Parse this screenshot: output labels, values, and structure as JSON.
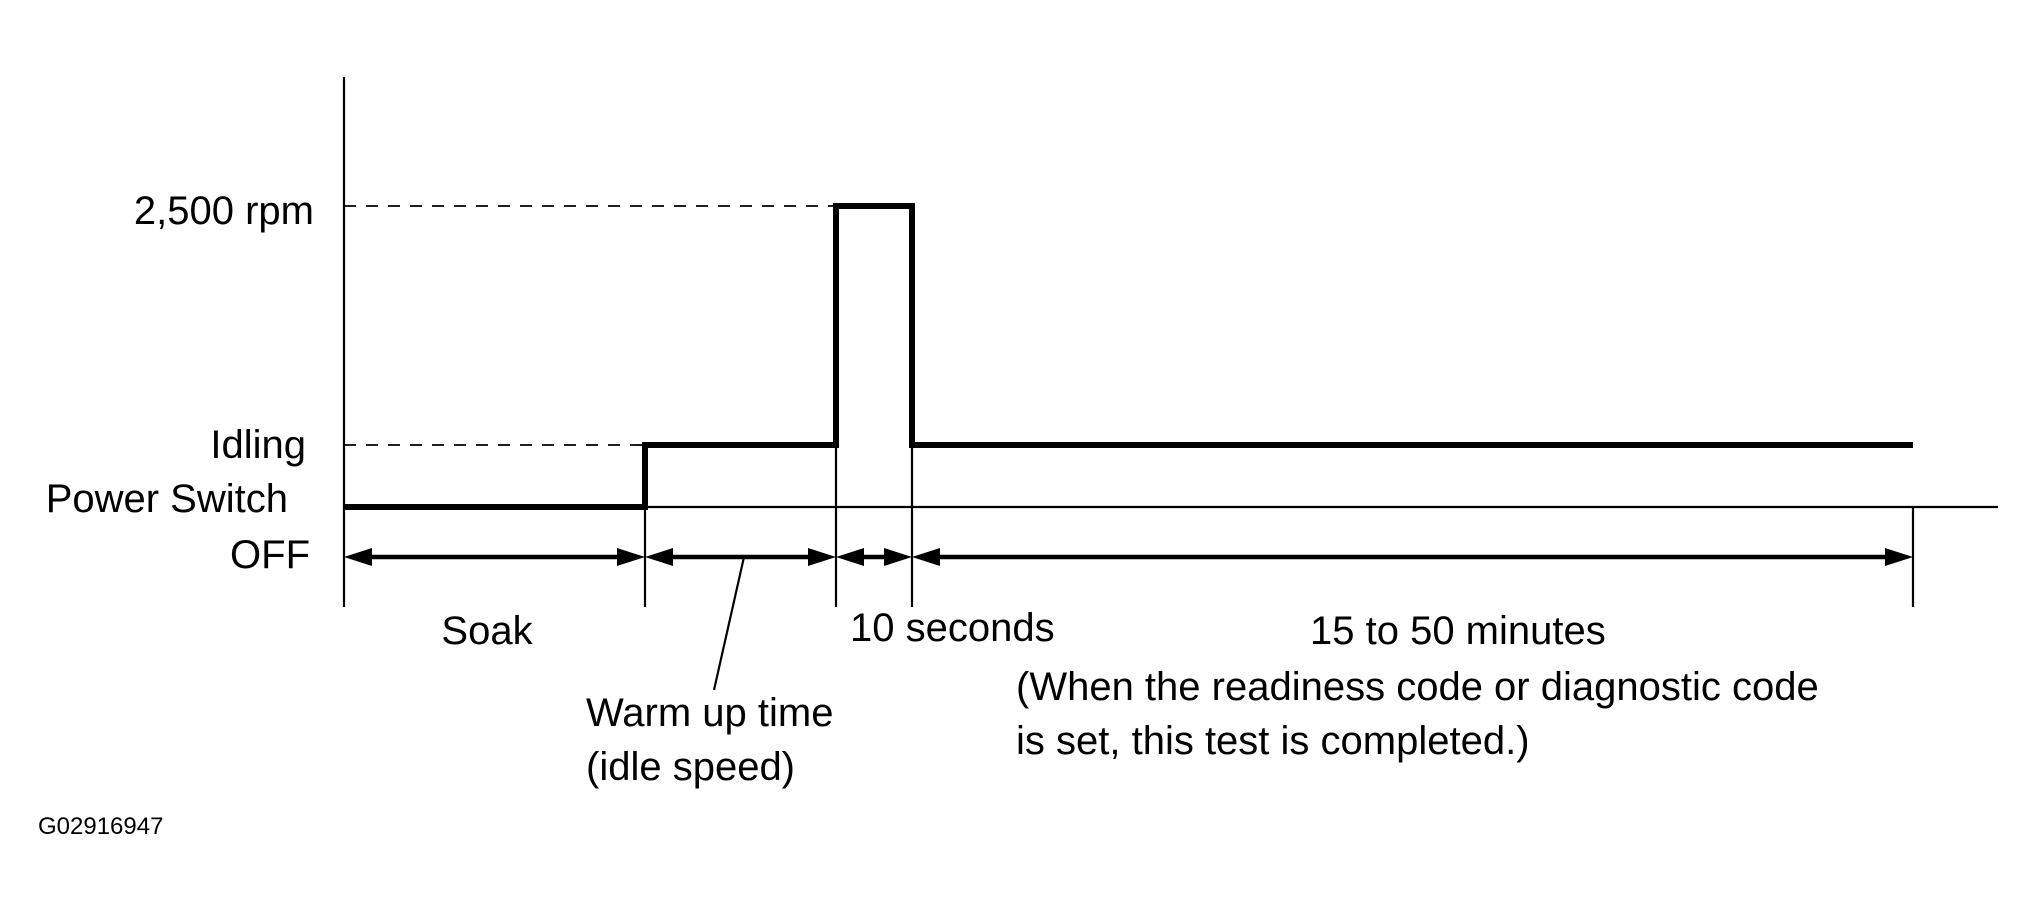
{
  "y_levels": {
    "high": "2,500 rpm",
    "idle": "Idling",
    "off_line1": "Power Switch",
    "off_line2": "OFF"
  },
  "phases": {
    "soak": "Soak",
    "warm_up_line1": "Warm up time",
    "warm_up_line2": "(idle speed)",
    "high_duration": "10 seconds",
    "idle_duration": "15 to 50 minutes",
    "note_line1": "(When the readiness code or diagnostic code",
    "note_line2": "is set, this test is completed.)"
  },
  "figure_code": "G02916947"
}
